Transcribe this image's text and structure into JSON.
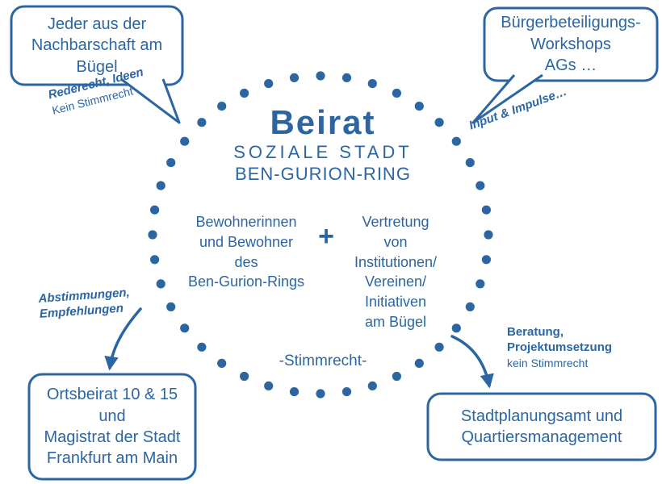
{
  "colors": {
    "accent": "#2b66a3"
  },
  "center": {
    "title": "Beirat",
    "subtitle_line1": "SOZIALE STADT",
    "subtitle_line2": "BEN-GURION-RING",
    "left_group": "Bewohnerinnen\nund Bewohner\ndes\nBen-Gurion-Rings",
    "plus": "+",
    "right_group": "Vertretung\nvon\nInstitutionen/\nVereinen/\nInitiativen\nam Bügel",
    "voting": "-Stimmrecht-"
  },
  "bubbles": {
    "top_left": {
      "text": "Jeder aus der\nNachbarschaft am\nBügel"
    },
    "top_right": {
      "text": "Bürgerbeteiligungs-\nWorkshops\nAGs …"
    },
    "bottom_left": {
      "text": "Ortsbeirat 10 & 15\nund\nMagistrat der Stadt\nFrankfurt am Main"
    },
    "bottom_right": {
      "text": "Stadtplanungsamt und\nQuartiersmanagement"
    }
  },
  "annotations": {
    "top_left": {
      "bold": "Rederecht, Ideen",
      "regular": "Kein Stimmrecht"
    },
    "top_right": {
      "bold": "Input & Impulse…"
    },
    "bottom_left": {
      "bold": "Abstimmungen,\nEmpfehlungen"
    },
    "bottom_right": {
      "bold": "Beratung,\nProjektumsetzung",
      "regular": "kein Stimmrecht"
    }
  }
}
